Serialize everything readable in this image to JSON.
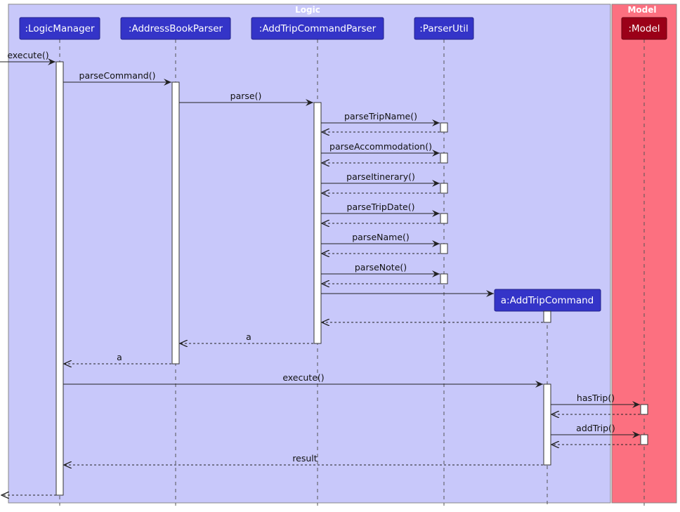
{
  "boxes": [
    {
      "id": "logic",
      "title": "Logic",
      "fill": "#c8c8fa",
      "title_color": "#ffffff"
    },
    {
      "id": "model",
      "title": "Model",
      "fill": "#fc7080",
      "title_color": "#ffffff"
    }
  ],
  "participants": [
    {
      "id": "lm",
      "label": ":LogicManager",
      "color": "#3434c8"
    },
    {
      "id": "abp",
      "label": ":AddressBookParser",
      "color": "#3434c8"
    },
    {
      "id": "atcp",
      "label": ":AddTripCommandParser",
      "color": "#3434c8"
    },
    {
      "id": "pu",
      "label": ":ParserUtil",
      "color": "#3434c8"
    },
    {
      "id": "atc",
      "label": "a:AddTripCommand",
      "color": "#3434c8"
    },
    {
      "id": "model",
      "label": ":Model",
      "color": "#9b0018"
    }
  ],
  "messages": [
    {
      "from": "external",
      "to": "lm",
      "label": "execute()",
      "kind": "call"
    },
    {
      "from": "lm",
      "to": "abp",
      "label": "parseCommand()",
      "kind": "call"
    },
    {
      "from": "abp",
      "to": "atcp",
      "label": "parse()",
      "kind": "call"
    },
    {
      "from": "atcp",
      "to": "pu",
      "label": "parseTripName()",
      "kind": "call"
    },
    {
      "from": "pu",
      "to": "atcp",
      "label": "",
      "kind": "return"
    },
    {
      "from": "atcp",
      "to": "pu",
      "label": "parseAccommodation()",
      "kind": "call"
    },
    {
      "from": "pu",
      "to": "atcp",
      "label": "",
      "kind": "return"
    },
    {
      "from": "atcp",
      "to": "pu",
      "label": "parseItinerary()",
      "kind": "call"
    },
    {
      "from": "pu",
      "to": "atcp",
      "label": "",
      "kind": "return"
    },
    {
      "from": "atcp",
      "to": "pu",
      "label": "parseTripDate()",
      "kind": "call"
    },
    {
      "from": "pu",
      "to": "atcp",
      "label": "",
      "kind": "return"
    },
    {
      "from": "atcp",
      "to": "pu",
      "label": "parseName()",
      "kind": "call"
    },
    {
      "from": "pu",
      "to": "atcp",
      "label": "",
      "kind": "return"
    },
    {
      "from": "atcp",
      "to": "pu",
      "label": "parseNote()",
      "kind": "call"
    },
    {
      "from": "pu",
      "to": "atcp",
      "label": "",
      "kind": "return"
    },
    {
      "from": "atcp",
      "to": "atc",
      "label": "",
      "kind": "create"
    },
    {
      "from": "atc",
      "to": "atcp",
      "label": "",
      "kind": "return"
    },
    {
      "from": "atcp",
      "to": "abp",
      "label": "a",
      "kind": "return"
    },
    {
      "from": "abp",
      "to": "lm",
      "label": "a",
      "kind": "return"
    },
    {
      "from": "lm",
      "to": "atc",
      "label": "execute()",
      "kind": "call"
    },
    {
      "from": "atc",
      "to": "model",
      "label": "hasTrip()",
      "kind": "call"
    },
    {
      "from": "model",
      "to": "atc",
      "label": "",
      "kind": "return"
    },
    {
      "from": "atc",
      "to": "model",
      "label": "addTrip()",
      "kind": "call"
    },
    {
      "from": "model",
      "to": "atc",
      "label": "",
      "kind": "return"
    },
    {
      "from": "atc",
      "to": "lm",
      "label": "result",
      "kind": "return"
    },
    {
      "from": "lm",
      "to": "external",
      "label": "",
      "kind": "return"
    }
  ],
  "colors": {
    "lifeline": "#555555",
    "arrow": "#222222",
    "activation_fill": "#ffffff",
    "activation_stroke": "#333333",
    "box_border": "#888888"
  }
}
